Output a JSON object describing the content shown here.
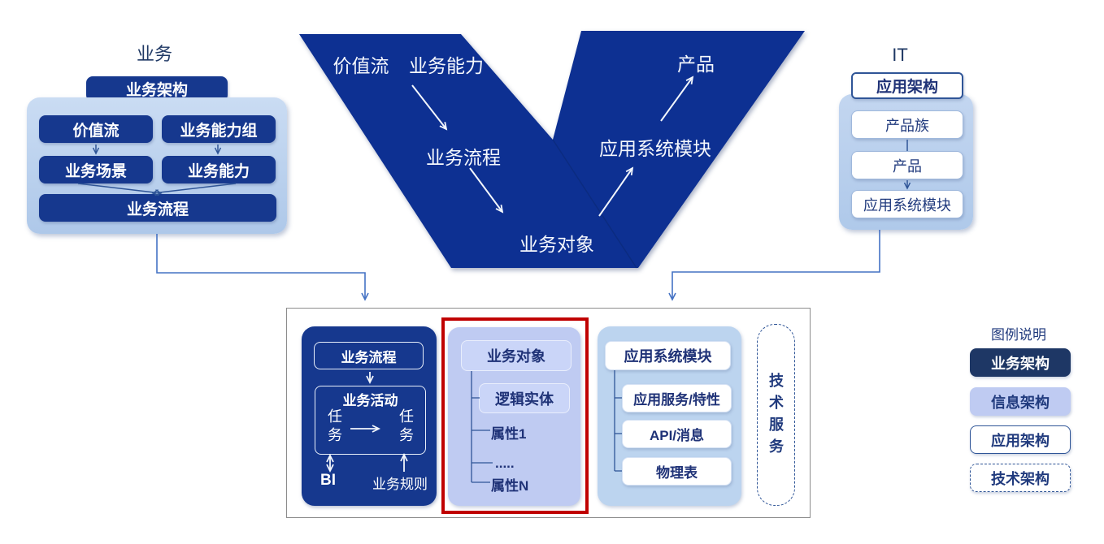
{
  "colors": {
    "v_blue": "#0D3092",
    "navy_box": "#16388E",
    "legend_dark": "#1E3765",
    "light_blue_container": "#BDD2EE",
    "periwinkle": "#BFCBF2",
    "navy_text": "#1F3277",
    "connector_blue": "#4472C4",
    "red_border": "#C00000",
    "outer_box_border": "#8C8C8C"
  },
  "left_panel": {
    "title": "业务",
    "header": "业务架构",
    "row1_left": "价值流",
    "row1_right": "业务能力组",
    "row2_left": "业务场景",
    "row2_right": "业务能力",
    "bottom": "业务流程"
  },
  "v_shape": {
    "value_stream": "价值流",
    "biz_capability": "业务能力",
    "biz_process": "业务流程",
    "biz_object": "业务对象",
    "app_module": "应用系统模块",
    "product": "产品"
  },
  "it_panel": {
    "title": "IT",
    "header": "应用架构",
    "item1": "产品族",
    "item2": "产品",
    "item3": "应用系统模块"
  },
  "bottom_box": {
    "biz_group": {
      "process": "业务流程",
      "activity": "业务活动",
      "task_left": "任务",
      "task_right": "任务",
      "bi": "BI",
      "rule": "业务规则"
    },
    "info_group": {
      "object": "业务对象",
      "entity": "逻辑实体",
      "attr_1": "属性1",
      "dots": ".....",
      "attr_n": "属性N"
    },
    "app_group": {
      "module": "应用系统模块",
      "service": "应用服务/特性",
      "api": "API/消息",
      "table": "物理表"
    },
    "tech_service": "技术服务"
  },
  "legend": {
    "title": "图例说明",
    "business": "业务架构",
    "information": "信息架构",
    "application": "应用架构",
    "technology": "技术架构"
  }
}
